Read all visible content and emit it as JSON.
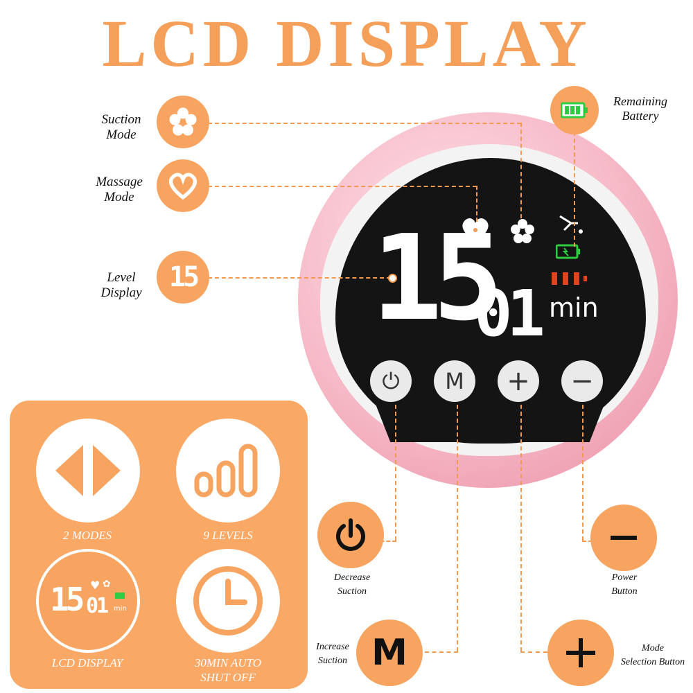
{
  "title": "LCD DISPLAY",
  "callouts": {
    "suction_mode": "Suction\nMode",
    "massage_mode": "Massage\nMode",
    "level_display": "Level\nDisplay",
    "remaining_battery": "Remaining\nBattery",
    "decrease_suction": "Decrease\nSuction",
    "increase_suction": "Increase\nSuction",
    "power_button": "Power\nButton",
    "mode_selection": "Mode\nSelection Button"
  },
  "screen": {
    "level": "15",
    "timer": "01",
    "unit": "min",
    "battery_bars": 3
  },
  "buttons": {
    "power": "⏻",
    "mode": "M",
    "plus": "+",
    "minus": "−"
  },
  "features": [
    {
      "label": "2 MODES",
      "icon": "double-arrow-icon"
    },
    {
      "label": "9 LEVELS",
      "icon": "bars-level-icon"
    },
    {
      "label": "LCD DISPLAY",
      "icon": "mini-lcd-icon"
    },
    {
      "label": "30MIN AUTO\nSHUT OFF",
      "icon": "clock-icon"
    }
  ],
  "mini_lcd": {
    "level": "15",
    "timer": "01",
    "unit": "min"
  },
  "colors": {
    "accent": "#F7A461",
    "title": "#F5A05A",
    "battery": "#2ecc40",
    "screen": "#141414"
  }
}
